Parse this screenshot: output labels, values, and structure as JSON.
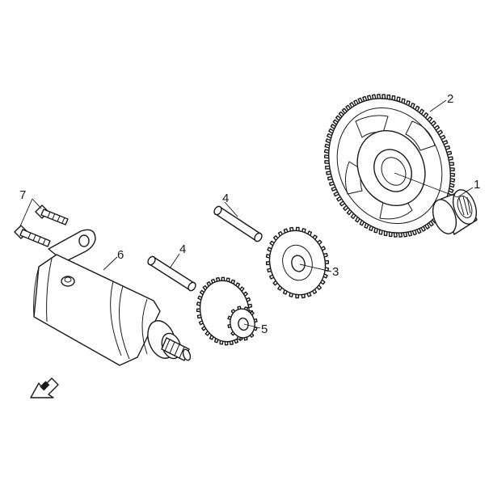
{
  "diagram": {
    "callouts": [
      {
        "id": "1",
        "part": "bearing"
      },
      {
        "id": "2",
        "part": "large-starter-gear"
      },
      {
        "id": "3",
        "part": "idler-gear"
      },
      {
        "id": "4",
        "part": "shaft"
      },
      {
        "id": "5",
        "part": "reduction-gear"
      },
      {
        "id": "6",
        "part": "starter-motor"
      },
      {
        "id": "7",
        "part": "bolt"
      }
    ],
    "colors": {
      "line": "#1a1a1a",
      "background": "#ffffff"
    },
    "icons": [
      "front-direction-arrow-icon"
    ]
  }
}
